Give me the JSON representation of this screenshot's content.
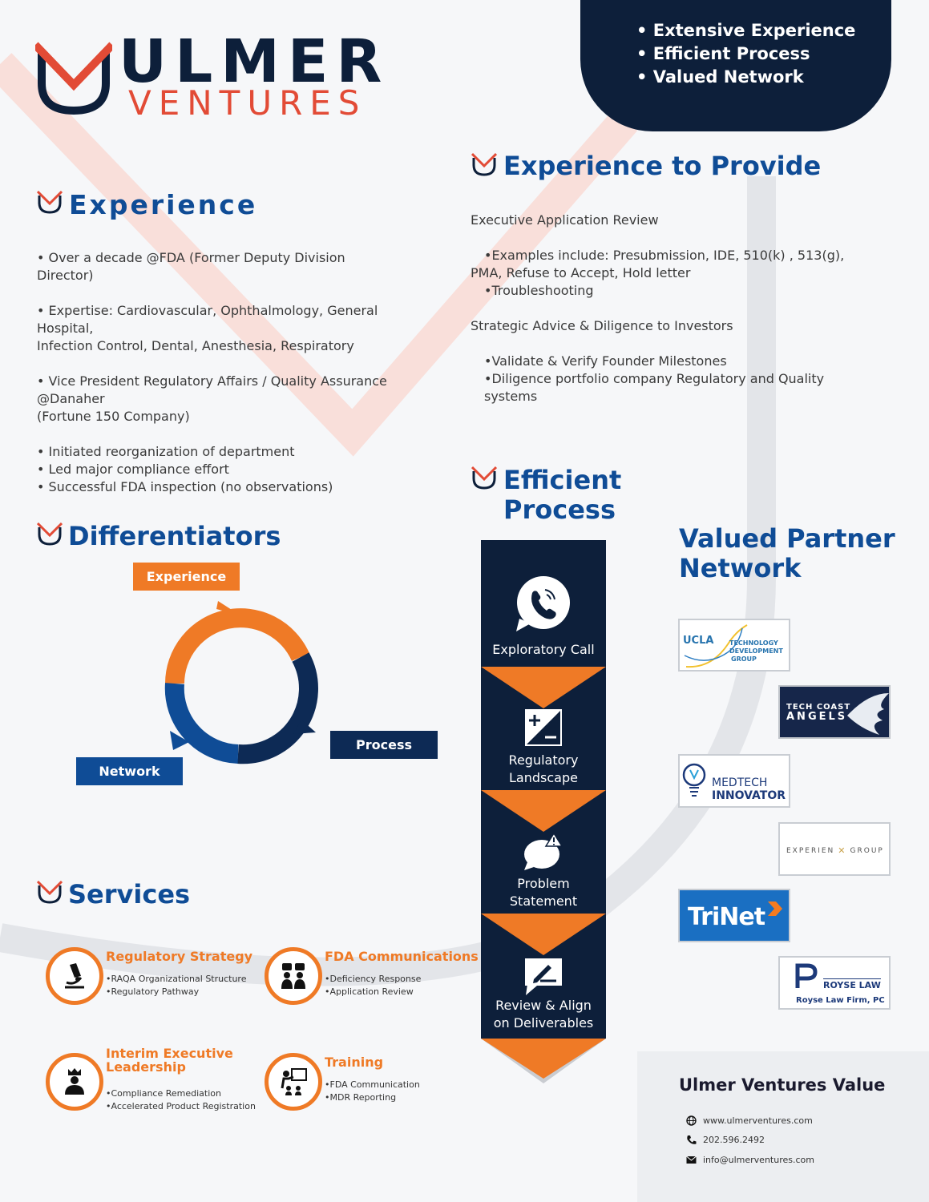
{
  "logo": {
    "line1": "ULMER",
    "line2": "VENTURES"
  },
  "highlights": [
    "Extensive Experience",
    "Efficient Process",
    "Valued Network"
  ],
  "experience": {
    "heading": "Experience",
    "items": [
      "•  Over a decade  @FDA (Former Deputy Division Director)",
      "•  Expertise: Cardiovascular, Ophthalmology, General Hospital,",
      "Infection Control, Dental, Anesthesia, Respiratory",
      "•  Vice President Regulatory Affairs / Quality Assurance @Danaher",
      "(Fortune 150 Company)",
      "•  Initiated  reorganization of department",
      "•  Led major compliance effort",
      "•  Successful FDA inspection (no observations)"
    ]
  },
  "provide": {
    "heading": "Experience to Provide",
    "section1_title": "Executive Application Review",
    "section1_items": [
      "•Examples include: Presubmission, IDE, 510(k) , 513(g), PMA, Refuse to Accept, Hold letter",
      "•Troubleshooting"
    ],
    "section2_title": "Strategic Advice & Diligence to Investors",
    "section2_items": [
      "•Validate & Verify Founder Milestones",
      "•Diligence portfolio company Regulatory and Quality systems"
    ]
  },
  "differentiators": {
    "heading": "Differentiators",
    "tag_experience": "Experience",
    "tag_process": "Process",
    "tag_network": "Network",
    "colors": {
      "orange": "#ef7a26",
      "navy": "#0d2a55",
      "blue": "#0f4c96"
    }
  },
  "process": {
    "heading_line1": "Efficient",
    "heading_line2": "Process",
    "steps": [
      {
        "label_line1": "Exploratory Call",
        "label_line2": "",
        "icon": "phone-chat-icon"
      },
      {
        "label_line1": "Regulatory",
        "label_line2": "Landscape",
        "icon": "plus-minus-icon"
      },
      {
        "label_line1": "Problem",
        "label_line2": "Statement",
        "icon": "alert-chat-icon"
      },
      {
        "label_line1": "Review & Align",
        "label_line2": "on Deliverables",
        "icon": "edit-chat-icon"
      }
    ]
  },
  "partners": {
    "heading_line1": "Valued Partner",
    "heading_line2": "Network",
    "ucla": {
      "name": "UCLA",
      "line1": "TECHNOLOGY",
      "line2": "DEVELOPMENT",
      "line3": "GROUP"
    },
    "tca": {
      "line1": "TECH COAST",
      "line2": "ANGELS"
    },
    "medtech": {
      "line1": "MEDTECH",
      "line2": "INNOVATOR"
    },
    "experien": {
      "left": "EXPERIEN",
      "right": "GROUP"
    },
    "trinet": {
      "name": "TriNet"
    },
    "royse": {
      "line1": "ROYSE LAW",
      "line2": "Royse Law Firm, PC"
    }
  },
  "services": {
    "heading": "Services",
    "items": [
      {
        "title": "Regulatory Strategy",
        "title2": "",
        "bullets": [
          "•RAQA Organizational Structure",
          "•Regulatory Pathway"
        ],
        "icon": "microscope-icon"
      },
      {
        "title": "FDA Communications",
        "title2": "",
        "bullets": [
          "•Deficiency Response",
          "•Application Review"
        ],
        "icon": "conversation-icon"
      },
      {
        "title": "Interim Executive",
        "title2": "Leadership",
        "bullets": [
          "•Compliance Remediation",
          "•Accelerated Product Registration"
        ],
        "icon": "leader-crown-icon"
      },
      {
        "title": "Training",
        "title2": "",
        "bullets": [
          "•FDA Communication",
          "•MDR Reporting"
        ],
        "icon": "presentation-icon"
      }
    ]
  },
  "value": {
    "title": "Ulmer Ventures Value",
    "website": "www.ulmerventures.com",
    "phone": "202.596.2492",
    "email": "info@ulmerventures.com"
  }
}
